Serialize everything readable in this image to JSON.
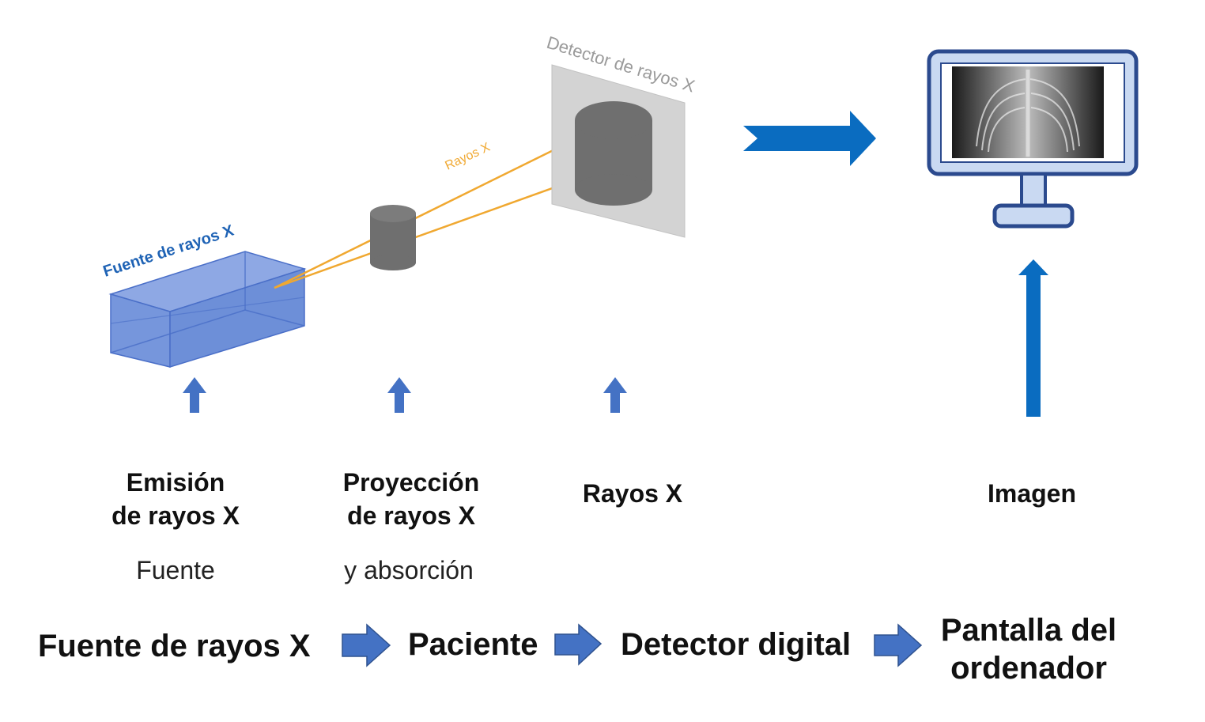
{
  "diagram": {
    "source_label": "Fuente de rayos X",
    "rays_label": "Rayos X",
    "detector_label": "Detector de rayos X"
  },
  "stages": [
    {
      "title_line1": "Emisión",
      "title_line2": "de rayos X",
      "subtitle": "Fuente"
    },
    {
      "title_line1": "Proyección",
      "title_line2": "de rayos X",
      "subtitle": "y absorción"
    },
    {
      "title_line1": "Rayos X",
      "title_line2": "",
      "subtitle": ""
    },
    {
      "title_line1": "Imagen",
      "title_line2": "",
      "subtitle": ""
    }
  ],
  "flow": {
    "steps": [
      "Fuente de rayos X",
      "Paciente",
      "Detector digital",
      "Pantalla del",
      "ordenador"
    ]
  },
  "colors": {
    "source_blue": "#1f63b5",
    "box_fill": "#6d8fd8",
    "ray_orange": "#f0a830",
    "arrow_blue": "#4472c4",
    "big_arrow_blue": "#0a6cc0",
    "detector_gray": "#9a9a9a"
  }
}
